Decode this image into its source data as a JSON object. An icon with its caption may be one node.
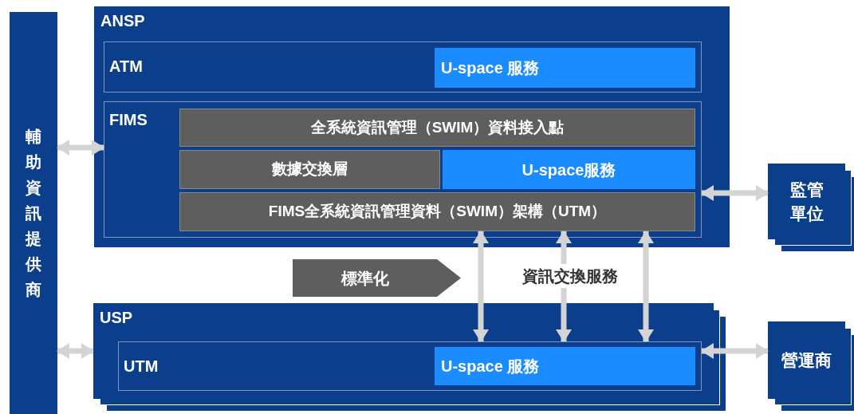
{
  "diagram": {
    "nodes": [
      {
        "text": [
          "輔助資訊提供商"
        ]
      },
      {
        "text": [
          "ANSP"
        ]
      },
      {
        "text": [
          "ATM"
        ],
        "in": 1
      },
      {
        "text": [
          "U-space 服務"
        ],
        "in": 2
      },
      {
        "text": [
          "FIMS"
        ],
        "in": 1
      },
      {
        "text": [
          "全系統資訊管理（SWIM）資料接入點"
        ],
        "in": 4
      },
      {
        "text": [
          "數據交換層"
        ],
        "in": 4
      },
      {
        "text": [
          "U-space服務"
        ],
        "in": 4
      },
      {
        "text": [
          "FIMS全系統資訊管理資料（SWIM）架構（UTM）"
        ],
        "in": 4
      },
      {
        "text": [
          "標準化"
        ]
      },
      {
        "text": [
          "USP"
        ]
      },
      {
        "text": [
          "UTM"
        ],
        "in": 10
      },
      {
        "text": [
          "U-space 服務"
        ],
        "in": 11
      },
      {
        "text": [
          "監管單位"
        ]
      },
      {
        "text": [
          "營運商"
        ]
      }
    ],
    "edges": [
      {
        "from": 0,
        "to": 4,
        "arrow": "both"
      },
      {
        "from": 0,
        "to": 10,
        "arrow": "both"
      },
      {
        "from": 4,
        "to": 13,
        "arrow": "both"
      },
      {
        "from": 11,
        "to": 14,
        "arrow": "both"
      },
      {
        "from": 8,
        "to": 11,
        "arrow": "both"
      },
      {
        "from": 8,
        "to": 11,
        "arrow": "both",
        "label": "資訊交換服務"
      },
      {
        "from": 8,
        "to": 11,
        "arrow": "both"
      }
    ]
  }
}
